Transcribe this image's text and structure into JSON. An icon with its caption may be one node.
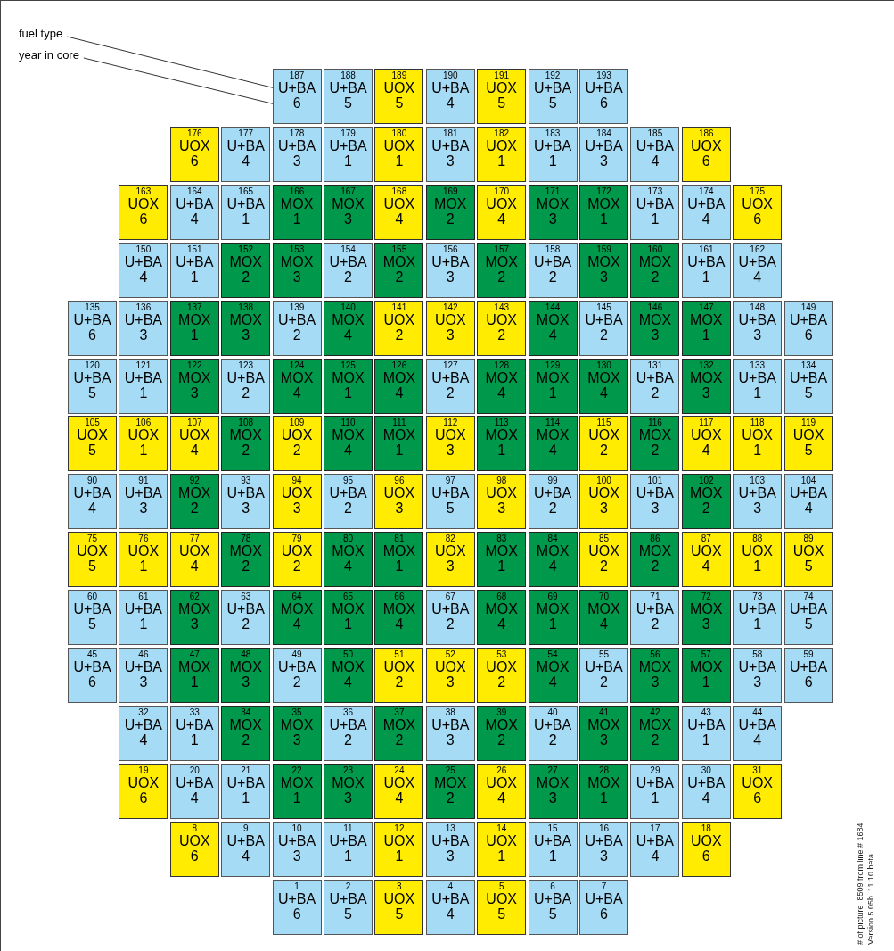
{
  "diagram": {
    "nodes": [
      {
        "text": [
          "fuel type"
        ]
      },
      {
        "text": [
          "year in core"
        ]
      },
      {
        "text": [
          "187",
          "U+BA",
          "6"
        ]
      },
      {
        "text": [
          "188",
          "U+BA",
          "5"
        ]
      },
      {
        "text": [
          "189",
          "UOX",
          "5"
        ]
      },
      {
        "text": [
          "190",
          "U+BA",
          "4"
        ]
      },
      {
        "text": [
          "191",
          "UOX",
          "5"
        ]
      },
      {
        "text": [
          "192",
          "U+BA",
          "5"
        ]
      },
      {
        "text": [
          "193",
          "U+BA",
          "6"
        ]
      },
      {
        "text": [
          "176",
          "UOX",
          "6"
        ]
      },
      {
        "text": [
          "177",
          "U+BA",
          "4"
        ]
      },
      {
        "text": [
          "178",
          "U+BA",
          "3"
        ]
      },
      {
        "text": [
          "179",
          "U+BA",
          "1"
        ]
      },
      {
        "text": [
          "180",
          "UOX",
          "1"
        ]
      },
      {
        "text": [
          "181",
          "U+BA",
          "3"
        ]
      },
      {
        "text": [
          "182",
          "UOX",
          "1"
        ]
      },
      {
        "text": [
          "183",
          "U+BA",
          "1"
        ]
      },
      {
        "text": [
          "184",
          "U+BA",
          "3"
        ]
      },
      {
        "text": [
          "185",
          "U+BA",
          "4"
        ]
      },
      {
        "text": [
          "186",
          "UOX",
          "6"
        ]
      },
      {
        "text": [
          "163",
          "UOX",
          "6"
        ]
      },
      {
        "text": [
          "164",
          "U+BA",
          "4"
        ]
      },
      {
        "text": [
          "165",
          "U+BA",
          "1"
        ]
      },
      {
        "text": [
          "166",
          "MOX",
          "1"
        ]
      },
      {
        "text": [
          "167",
          "MOX",
          "3"
        ]
      },
      {
        "text": [
          "168",
          "UOX",
          "4"
        ]
      },
      {
        "text": [
          "169",
          "MOX",
          "2"
        ]
      },
      {
        "text": [
          "170",
          "UOX",
          "4"
        ]
      },
      {
        "text": [
          "171",
          "MOX",
          "3"
        ]
      },
      {
        "text": [
          "172",
          "MOX",
          "1"
        ]
      },
      {
        "text": [
          "173",
          "U+BA",
          "1"
        ]
      },
      {
        "text": [
          "174",
          "U+BA",
          "4"
        ]
      },
      {
        "text": [
          "175",
          "UOX",
          "6"
        ]
      },
      {
        "text": [
          "150",
          "U+BA",
          "4"
        ]
      },
      {
        "text": [
          "151",
          "U+BA",
          "1"
        ]
      },
      {
        "text": [
          "152",
          "MOX",
          "2"
        ]
      },
      {
        "text": [
          "153",
          "MOX",
          "3"
        ]
      },
      {
        "text": [
          "154",
          "U+BA",
          "2"
        ]
      },
      {
        "text": [
          "155",
          "MOX",
          "2"
        ]
      },
      {
        "text": [
          "156",
          "U+BA",
          "3"
        ]
      },
      {
        "text": [
          "157",
          "MOX",
          "2"
        ]
      },
      {
        "text": [
          "158",
          "U+BA",
          "2"
        ]
      },
      {
        "text": [
          "159",
          "MOX",
          "3"
        ]
      },
      {
        "text": [
          "160",
          "MOX",
          "2"
        ]
      },
      {
        "text": [
          "161",
          "U+BA",
          "1"
        ]
      },
      {
        "text": [
          "162",
          "U+BA",
          "4"
        ]
      },
      {
        "text": [
          "135",
          "U+BA",
          "6"
        ]
      },
      {
        "text": [
          "136",
          "U+BA",
          "3"
        ]
      },
      {
        "text": [
          "137",
          "MOX",
          "1"
        ]
      },
      {
        "text": [
          "138",
          "MOX",
          "3"
        ]
      },
      {
        "text": [
          "139",
          "U+BA",
          "2"
        ]
      },
      {
        "text": [
          "140",
          "MOX",
          "4"
        ]
      },
      {
        "text": [
          "141",
          "UOX",
          "2"
        ]
      },
      {
        "text": [
          "142",
          "UOX",
          "3"
        ]
      },
      {
        "text": [
          "143",
          "UOX",
          "2"
        ]
      },
      {
        "text": [
          "144",
          "MOX",
          "4"
        ]
      },
      {
        "text": [
          "145",
          "U+BA",
          "2"
        ]
      },
      {
        "text": [
          "146",
          "MOX",
          "3"
        ]
      },
      {
        "text": [
          "147",
          "MOX",
          "1"
        ]
      },
      {
        "text": [
          "148",
          "U+BA",
          "3"
        ]
      },
      {
        "text": [
          "149",
          "U+BA",
          "6"
        ]
      },
      {
        "text": [
          "120",
          "U+BA",
          "5"
        ]
      },
      {
        "text": [
          "121",
          "U+BA",
          "1"
        ]
      },
      {
        "text": [
          "122",
          "MOX",
          "3"
        ]
      },
      {
        "text": [
          "123",
          "U+BA",
          "2"
        ]
      },
      {
        "text": [
          "124",
          "MOX",
          "4"
        ]
      },
      {
        "text": [
          "125",
          "MOX",
          "1"
        ]
      },
      {
        "text": [
          "126",
          "MOX",
          "4"
        ]
      },
      {
        "text": [
          "127",
          "U+BA",
          "2"
        ]
      },
      {
        "text": [
          "128",
          "MOX",
          "4"
        ]
      },
      {
        "text": [
          "129",
          "MOX",
          "1"
        ]
      },
      {
        "text": [
          "130",
          "MOX",
          "4"
        ]
      },
      {
        "text": [
          "131",
          "U+BA",
          "2"
        ]
      },
      {
        "text": [
          "132",
          "MOX",
          "3"
        ]
      },
      {
        "text": [
          "133",
          "U+BA",
          "1"
        ]
      },
      {
        "text": [
          "134",
          "U+BA",
          "5"
        ]
      },
      {
        "text": [
          "105",
          "UOX",
          "5"
        ]
      },
      {
        "text": [
          "106",
          "UOX",
          "1"
        ]
      },
      {
        "text": [
          "107",
          "UOX",
          "4"
        ]
      },
      {
        "text": [
          "108",
          "MOX",
          "2"
        ]
      },
      {
        "text": [
          "109",
          "UOX",
          "2"
        ]
      },
      {
        "text": [
          "110",
          "MOX",
          "4"
        ]
      },
      {
        "text": [
          "111",
          "MOX",
          "1"
        ]
      },
      {
        "text": [
          "112",
          "UOX",
          "3"
        ]
      },
      {
        "text": [
          "113",
          "MOX",
          "1"
        ]
      },
      {
        "text": [
          "114",
          "MOX",
          "4"
        ]
      },
      {
        "text": [
          "115",
          "UOX",
          "2"
        ]
      },
      {
        "text": [
          "116",
          "MOX",
          "2"
        ]
      },
      {
        "text": [
          "117",
          "UOX",
          "4"
        ]
      },
      {
        "text": [
          "118",
          "UOX",
          "1"
        ]
      },
      {
        "text": [
          "119",
          "UOX",
          "5"
        ]
      },
      {
        "text": [
          "90",
          "U+BA",
          "4"
        ]
      },
      {
        "text": [
          "91",
          "U+BA",
          "3"
        ]
      },
      {
        "text": [
          "92",
          "MOX",
          "2"
        ]
      },
      {
        "text": [
          "93",
          "U+BA",
          "3"
        ]
      },
      {
        "text": [
          "94",
          "UOX",
          "3"
        ]
      },
      {
        "text": [
          "95",
          "U+BA",
          "2"
        ]
      },
      {
        "text": [
          "96",
          "UOX",
          "3"
        ]
      },
      {
        "text": [
          "97",
          "U+BA",
          "5"
        ]
      },
      {
        "text": [
          "98",
          "UOX",
          "3"
        ]
      },
      {
        "text": [
          "99",
          "U+BA",
          "2"
        ]
      },
      {
        "text": [
          "100",
          "UOX",
          "3"
        ]
      },
      {
        "text": [
          "101",
          "U+BA",
          "3"
        ]
      },
      {
        "text": [
          "102",
          "MOX",
          "2"
        ]
      },
      {
        "text": [
          "103",
          "U+BA",
          "3"
        ]
      },
      {
        "text": [
          "104",
          "U+BA",
          "4"
        ]
      },
      {
        "text": [
          "75",
          "UOX",
          "5"
        ]
      },
      {
        "text": [
          "76",
          "UOX",
          "1"
        ]
      },
      {
        "text": [
          "77",
          "UOX",
          "4"
        ]
      },
      {
        "text": [
          "78",
          "MOX",
          "2"
        ]
      },
      {
        "text": [
          "79",
          "UOX",
          "2"
        ]
      },
      {
        "text": [
          "80",
          "MOX",
          "4"
        ]
      },
      {
        "text": [
          "81",
          "MOX",
          "1"
        ]
      },
      {
        "text": [
          "82",
          "UOX",
          "3"
        ]
      },
      {
        "text": [
          "83",
          "MOX",
          "1"
        ]
      },
      {
        "text": [
          "84",
          "MOX",
          "4"
        ]
      },
      {
        "text": [
          "85",
          "UOX",
          "2"
        ]
      },
      {
        "text": [
          "86",
          "MOX",
          "2"
        ]
      },
      {
        "text": [
          "87",
          "UOX",
          "4"
        ]
      },
      {
        "text": [
          "88",
          "UOX",
          "1"
        ]
      },
      {
        "text": [
          "89",
          "UOX",
          "5"
        ]
      },
      {
        "text": [
          "60",
          "U+BA",
          "5"
        ]
      },
      {
        "text": [
          "61",
          "U+BA",
          "1"
        ]
      },
      {
        "text": [
          "62",
          "MOX",
          "3"
        ]
      },
      {
        "text": [
          "63",
          "U+BA",
          "2"
        ]
      },
      {
        "text": [
          "64",
          "MOX",
          "4"
        ]
      },
      {
        "text": [
          "65",
          "MOX",
          "1"
        ]
      },
      {
        "text": [
          "66",
          "MOX",
          "4"
        ]
      },
      {
        "text": [
          "67",
          "U+BA",
          "2"
        ]
      },
      {
        "text": [
          "68",
          "MOX",
          "4"
        ]
      },
      {
        "text": [
          "69",
          "MOX",
          "1"
        ]
      },
      {
        "text": [
          "70",
          "MOX",
          "4"
        ]
      },
      {
        "text": [
          "71",
          "U+BA",
          "2"
        ]
      },
      {
        "text": [
          "72",
          "MOX",
          "3"
        ]
      },
      {
        "text": [
          "73",
          "U+BA",
          "1"
        ]
      },
      {
        "text": [
          "74",
          "U+BA",
          "5"
        ]
      },
      {
        "text": [
          "45",
          "U+BA",
          "6"
        ]
      },
      {
        "text": [
          "46",
          "U+BA",
          "3"
        ]
      },
      {
        "text": [
          "47",
          "MOX",
          "1"
        ]
      },
      {
        "text": [
          "48",
          "MOX",
          "3"
        ]
      },
      {
        "text": [
          "49",
          "U+BA",
          "2"
        ]
      },
      {
        "text": [
          "50",
          "MOX",
          "4"
        ]
      },
      {
        "text": [
          "51",
          "UOX",
          "2"
        ]
      },
      {
        "text": [
          "52",
          "UOX",
          "3"
        ]
      },
      {
        "text": [
          "53",
          "UOX",
          "2"
        ]
      },
      {
        "text": [
          "54",
          "MOX",
          "4"
        ]
      },
      {
        "text": [
          "55",
          "U+BA",
          "2"
        ]
      },
      {
        "text": [
          "56",
          "MOX",
          "3"
        ]
      },
      {
        "text": [
          "57",
          "MOX",
          "1"
        ]
      },
      {
        "text": [
          "58",
          "U+BA",
          "3"
        ]
      },
      {
        "text": [
          "59",
          "U+BA",
          "6"
        ]
      },
      {
        "text": [
          "32",
          "U+BA",
          "4"
        ]
      },
      {
        "text": [
          "33",
          "U+BA",
          "1"
        ]
      },
      {
        "text": [
          "34",
          "MOX",
          "2"
        ]
      },
      {
        "text": [
          "35",
          "MOX",
          "3"
        ]
      },
      {
        "text": [
          "36",
          "U+BA",
          "2"
        ]
      },
      {
        "text": [
          "37",
          "MOX",
          "2"
        ]
      },
      {
        "text": [
          "38",
          "U+BA",
          "3"
        ]
      },
      {
        "text": [
          "39",
          "MOX",
          "2"
        ]
      },
      {
        "text": [
          "40",
          "U+BA",
          "2"
        ]
      },
      {
        "text": [
          "41",
          "MOX",
          "3"
        ]
      },
      {
        "text": [
          "42",
          "MOX",
          "2"
        ]
      },
      {
        "text": [
          "43",
          "U+BA",
          "1"
        ]
      },
      {
        "text": [
          "44",
          "U+BA",
          "4"
        ]
      },
      {
        "text": [
          "19",
          "UOX",
          "6"
        ]
      },
      {
        "text": [
          "20",
          "U+BA",
          "4"
        ]
      },
      {
        "text": [
          "21",
          "U+BA",
          "1"
        ]
      },
      {
        "text": [
          "22",
          "MOX",
          "1"
        ]
      },
      {
        "text": [
          "23",
          "MOX",
          "3"
        ]
      },
      {
        "text": [
          "24",
          "UOX",
          "4"
        ]
      },
      {
        "text": [
          "25",
          "MOX",
          "2"
        ]
      },
      {
        "text": [
          "26",
          "UOX",
          "4"
        ]
      },
      {
        "text": [
          "27",
          "MOX",
          "3"
        ]
      },
      {
        "text": [
          "28",
          "MOX",
          "1"
        ]
      },
      {
        "text": [
          "29",
          "U+BA",
          "1"
        ]
      },
      {
        "text": [
          "30",
          "U+BA",
          "4"
        ]
      },
      {
        "text": [
          "31",
          "UOX",
          "6"
        ]
      },
      {
        "text": [
          "8",
          "UOX",
          "6"
        ]
      },
      {
        "text": [
          "9",
          "U+BA",
          "4"
        ]
      },
      {
        "text": [
          "10",
          "U+BA",
          "3"
        ]
      },
      {
        "text": [
          "11",
          "U+BA",
          "1"
        ]
      },
      {
        "text": [
          "12",
          "UOX",
          "1"
        ]
      },
      {
        "text": [
          "13",
          "U+BA",
          "3"
        ]
      },
      {
        "text": [
          "14",
          "UOX",
          "1"
        ]
      },
      {
        "text": [
          "15",
          "U+BA",
          "1"
        ]
      },
      {
        "text": [
          "16",
          "U+BA",
          "3"
        ]
      },
      {
        "text": [
          "17",
          "U+BA",
          "4"
        ]
      },
      {
        "text": [
          "18",
          "UOX",
          "6"
        ]
      },
      {
        "text": [
          "1",
          "U+BA",
          "6"
        ]
      },
      {
        "text": [
          "2",
          "U+BA",
          "5"
        ]
      },
      {
        "text": [
          "3",
          "UOX",
          "5"
        ]
      },
      {
        "text": [
          "4",
          "U+BA",
          "4"
        ]
      },
      {
        "text": [
          "5",
          "UOX",
          "5"
        ]
      },
      {
        "text": [
          "6",
          "U+BA",
          "5"
        ]
      },
      {
        "text": [
          "7",
          "U+BA",
          "6"
        ]
      }
    ],
    "edges": [
      {
        "from": 0,
        "to": 2,
        "arrow": "none"
      },
      {
        "from": 1,
        "to": 2,
        "arrow": "none"
      }
    ],
    "labels": [
      "# of picture  8509 from line # 1684",
      "Version 5.05b  11.10 beta"
    ]
  }
}
